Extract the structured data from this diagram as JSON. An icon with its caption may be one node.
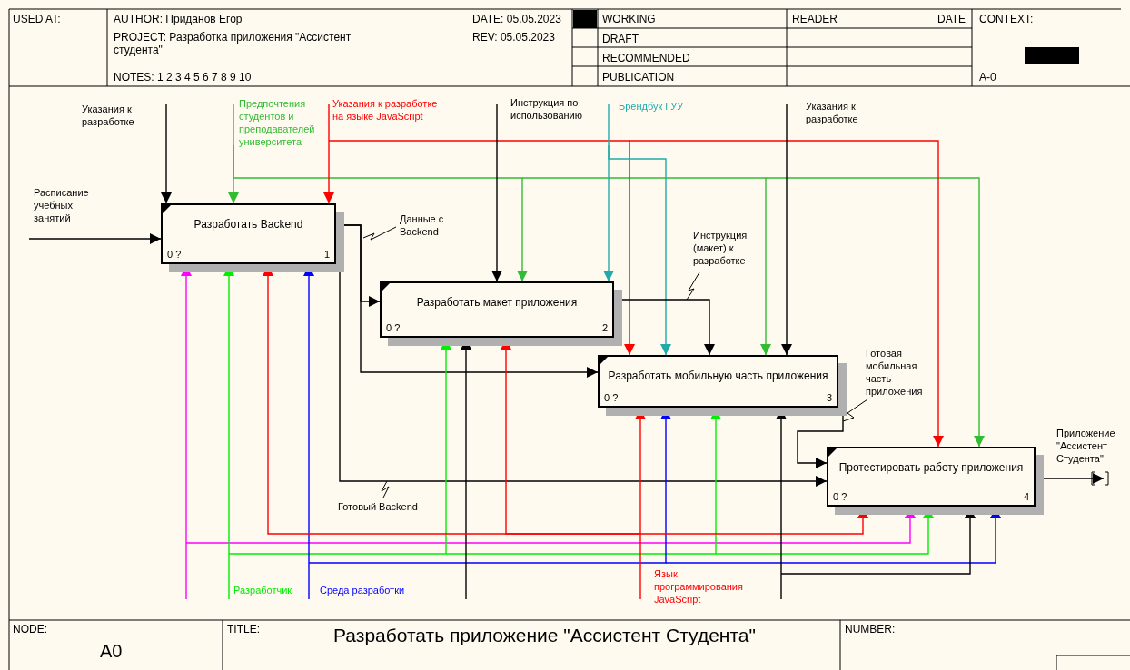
{
  "diagram": {
    "title": "Разработать приложение \"Ассистент Студента\"",
    "nodes": [
      {
        "text": [
          "Разработать Backend",
          "0 ?",
          "1"
        ]
      },
      {
        "text": [
          "Разработать макет приложения",
          "0 ?",
          "2"
        ]
      },
      {
        "text": [
          "Разработать мобильную часть приложения",
          "0 ?",
          "3"
        ]
      },
      {
        "text": [
          "Протестировать работу приложения",
          "0 ?",
          "4"
        ]
      }
    ],
    "edges": [
      {
        "from": null,
        "to": 0,
        "arrow": "to",
        "label": "Расписание учебных занятий"
      },
      {
        "from": null,
        "to": 0,
        "arrow": "to",
        "label": "Указания к разработке"
      },
      {
        "from": null,
        "to": 0,
        "arrow": "to",
        "label": "Предпочтения студентов и преподавателей университета",
        "color": "#33bb33"
      },
      {
        "from": null,
        "to": 1,
        "arrow": "to",
        "color": "#33bb33"
      },
      {
        "from": null,
        "to": 2,
        "arrow": "to",
        "color": "#33bb33"
      },
      {
        "from": null,
        "to": 3,
        "arrow": "to",
        "color": "#33bb33"
      },
      {
        "from": null,
        "to": 0,
        "arrow": "to",
        "label": "Указания к разработке на языке JavaScript",
        "color": "#ff0000"
      },
      {
        "from": null,
        "to": 2,
        "arrow": "to",
        "color": "#ff0000"
      },
      {
        "from": null,
        "to": 3,
        "arrow": "to",
        "color": "#ff0000"
      },
      {
        "from": null,
        "to": 1,
        "arrow": "to",
        "label": "Инструкция по использованию"
      },
      {
        "from": null,
        "to": 1,
        "arrow": "to",
        "label": "Брендбук ГУУ",
        "color": "#22aaaa"
      },
      {
        "from": null,
        "to": 2,
        "arrow": "to",
        "color": "#22aaaa"
      },
      {
        "from": null,
        "to": 2,
        "arrow": "to",
        "label": "Указания к разработке"
      },
      {
        "from": 0,
        "to": 1,
        "arrow": "to",
        "label": "Данные с Backend"
      },
      {
        "from": 0,
        "to": 2,
        "arrow": "to"
      },
      {
        "from": 0,
        "to": 3,
        "arrow": "to",
        "label": "Готовый Backend"
      },
      {
        "from": 1,
        "to": 2,
        "arrow": "to",
        "label": "Инструкция (макет) к разработке"
      },
      {
        "from": 2,
        "to": 3,
        "arrow": "to",
        "label": "Готовая мобильная часть приложения"
      },
      {
        "from": 3,
        "to": null,
        "arrow": "to",
        "label": "Приложение \"Ассистент Студента\""
      },
      {
        "from": null,
        "to": 0,
        "arrow": "to",
        "color": "#ff00ff"
      },
      {
        "from": null,
        "to": 3,
        "arrow": "to",
        "color": "#ff00ff"
      },
      {
        "from": null,
        "to": 0,
        "arrow": "to",
        "label": "Разработчик",
        "color": "#00ee00"
      },
      {
        "from": null,
        "to": 1,
        "arrow": "to",
        "color": "#00ee00"
      },
      {
        "from": null,
        "to": 2,
        "arrow": "to",
        "color": "#00ee00"
      },
      {
        "from": null,
        "to": 3,
        "arrow": "to",
        "color": "#00ee00"
      },
      {
        "from": null,
        "to": 0,
        "arrow": "to",
        "label": "Среда разработки",
        "color": "#0000ff"
      },
      {
        "from": null,
        "to": 2,
        "arrow": "to",
        "color": "#0000ff"
      },
      {
        "from": null,
        "to": 3,
        "arrow": "to",
        "color": "#0000ff"
      },
      {
        "from": null,
        "to": 1,
        "arrow": "to"
      },
      {
        "from": null,
        "to": 2,
        "arrow": "to",
        "label": "Язык программирования JavaScript",
        "color": "#ff0000"
      },
      {
        "from": null,
        "to": 0,
        "arrow": "to",
        "color": "#ff0000"
      },
      {
        "from": null,
        "to": 1,
        "arrow": "to",
        "color": "#ff0000"
      },
      {
        "from": null,
        "to": 3,
        "arrow": "to",
        "color": "#ff0000"
      },
      {
        "from": null,
        "to": 2,
        "arrow": "to"
      },
      {
        "from": null,
        "to": 3,
        "arrow": "to"
      }
    ],
    "labels": [
      "USED AT:",
      "AUTHOR:  Приданов Егор",
      "DATE:  05.05.2023",
      "PROJECT:  Разработка приложения \"Ассистент студента\"",
      "REV:  05.05.2023",
      "NOTES:  1  2  3  4  5  6  7  8  9  10",
      "WORKING",
      "DRAFT",
      "RECOMMENDED",
      "PUBLICATION",
      "READER",
      "DATE",
      "CONTEXT:",
      "A-0",
      "NODE:",
      "A0",
      "TITLE:",
      "NUMBER:"
    ]
  }
}
